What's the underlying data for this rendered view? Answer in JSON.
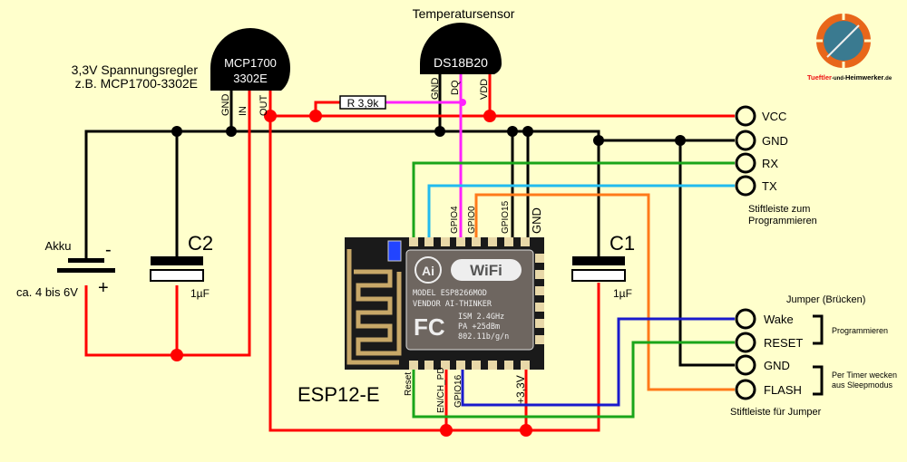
{
  "regulator": {
    "caption_line1": "3,3V Spannungsregler",
    "caption_line2": "z.B. MCP1700-3302E",
    "body_line1": "MCP1700",
    "body_line2": "3302E",
    "pins": [
      "GND",
      "IN",
      "OUT"
    ]
  },
  "sensor": {
    "caption": "Temperatursensor",
    "body": "DS18B20",
    "pins": [
      "GND",
      "DQ",
      "VDD"
    ]
  },
  "resistor": {
    "label": "R 3,9k"
  },
  "battery": {
    "label": "Akku",
    "minus": "-",
    "plus": "+",
    "range": "ca. 4 bis 6V"
  },
  "c2": {
    "name": "C2",
    "value": "1µF"
  },
  "c1": {
    "name": "C1",
    "value": "1µF"
  },
  "module": {
    "name": "ESP12-E",
    "top_pins": [
      "GPIO4",
      "GPIO0",
      "GPIO15",
      "GND"
    ],
    "bottom_pins": [
      "Reset",
      "EN/CH_PD",
      "GPIO16",
      "+3,3V"
    ],
    "shield": {
      "brand1": "Ai",
      "brand2": "WiFi",
      "model": "MODEL  ESP8266MOD",
      "vendor": "VENDOR AI-THINKER",
      "fcc": "FC",
      "ism": "ISM 2.4GHz",
      "pa": "PA   +25dBm",
      "std": "802.11b/g/n"
    }
  },
  "prog_header": {
    "pins": [
      "VCC",
      "GND",
      "RX",
      "TX"
    ],
    "caption_line1": "Stiftleiste zum",
    "caption_line2": "Programmieren"
  },
  "jumper_header": {
    "title": "Jumper (Brücken)",
    "pins": [
      "Wake",
      "RESET",
      "GND",
      "FLASH"
    ],
    "group1": "Programmieren",
    "group2_line1": "Per Timer wecken",
    "group2_line2": "aus Sleepmodus",
    "caption": "Stiftleiste für Jumper"
  },
  "logo": {
    "text_red": "Tueftler",
    "text_mid": "-und-",
    "text_dark": "Heimwerker",
    "text_suffix": ".de"
  },
  "colors": {
    "background": "#ffffcc",
    "power": "#ff0000",
    "ground": "#000000",
    "rx": "#1aa51a",
    "tx": "#22bbee",
    "flash": "#ff7a1a",
    "wake": "#1a1acc",
    "data": "#ff22ff"
  }
}
